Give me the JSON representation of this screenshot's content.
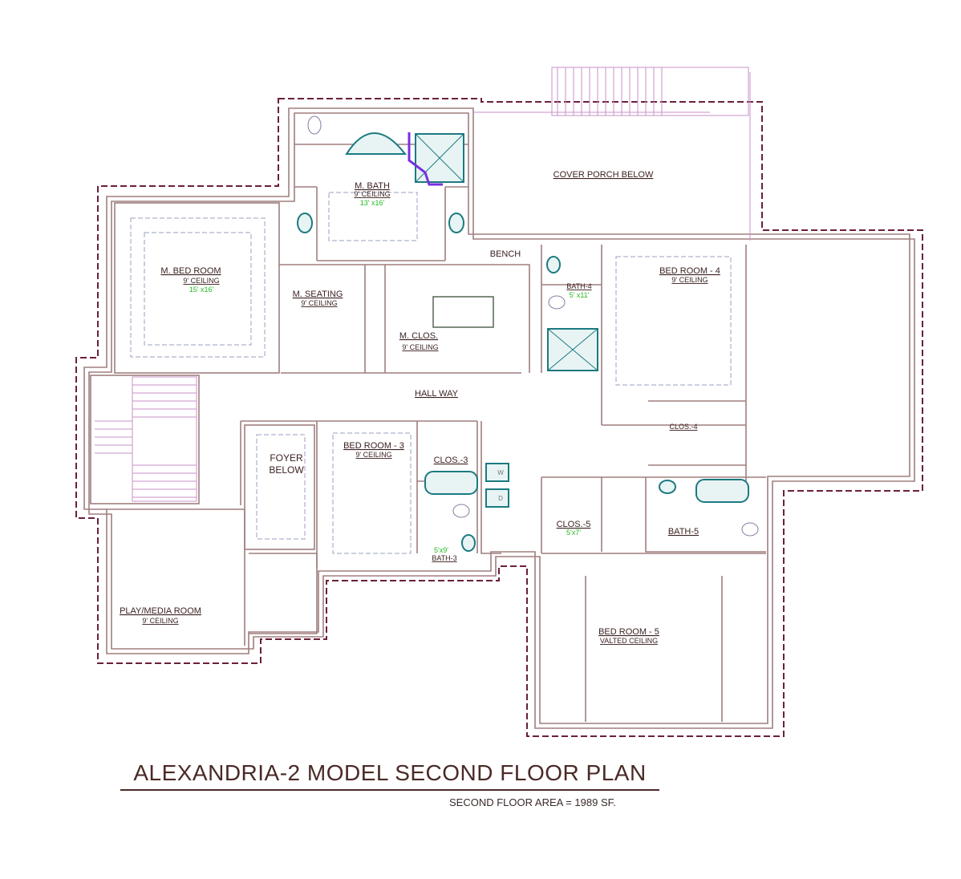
{
  "title": "ALEXANDRIA-2 MODEL   SECOND FLOOR PLAN",
  "area": "SECOND FLOOR AREA = 1989 SF.",
  "rooms": {
    "cover_porch": "COVER PORCH BELOW",
    "m_bath": "M. BATH",
    "m_bath_ceiling": "9' CEILING",
    "m_bath_dim": "13' x16'",
    "m_bed": "M. BED ROOM",
    "m_bed_ceiling": "9' CEILING",
    "m_bed_dim": "15' x16'",
    "m_seating": "M. SEATING",
    "m_seating_ceiling": "9' CEILING",
    "m_clos": "M. CLOS.",
    "m_clos_ceiling": "9' CEILING",
    "bench": "BENCH",
    "bath4": "BATH-4",
    "bath4_dim": "5' x11'",
    "bed4": "BED ROOM - 4",
    "bed4_ceiling": "9' CEILING",
    "hall": "HALL WAY",
    "clos4": "CLOS.-4",
    "foyer1": "FOYER",
    "foyer2": "BELOW",
    "bed3": "BED ROOM - 3",
    "bed3_ceiling": "9' CEILING",
    "clos3": "CLOS.-3",
    "bath3": "BATH-3",
    "bath3_dim": "5'x9'",
    "washer": "W",
    "dryer": "D",
    "clos5": "CLOS.-5",
    "clos5_dim": "5'x7'",
    "bath5": "BATH-5",
    "play": "PLAY/MEDIA ROOM",
    "play_ceiling": "9' CEILING",
    "bed5": "BED ROOM - 5",
    "bed5_ceiling": "VALTED CEILING"
  },
  "colors": {
    "outline": "#6b1f3a",
    "wall": "#a07f7f",
    "fixture": "#1c7a80",
    "stair": "#c890c8",
    "dimension": "#22bb22"
  }
}
